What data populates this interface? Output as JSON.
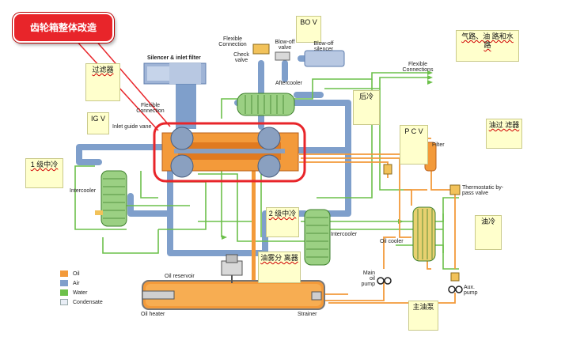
{
  "callout": {
    "title": "齿轮箱整体改造"
  },
  "notes": {
    "bov": "BO V",
    "air_oil_path": "气路、油 路和水路",
    "filter_top": "过滤器",
    "igv": "IG V",
    "after_cooling": "后冷",
    "pcv": "P C V",
    "oil_filter": "油过 滤器",
    "stage1": "1 级中冷",
    "stage2": "2 级中冷",
    "oil_mist": "油雾分 离器",
    "oil_cool": "油冷",
    "main_pump": "主油泵"
  },
  "labels": {
    "silencer_inlet_filter": "Silencer & inlet filter",
    "flexible_connection_top": "Flexible Connection",
    "check_valve": "Check valve",
    "blow_off_valve": "Blow-off valve",
    "blow_off_silencer": "Blow-off silencer",
    "aftercooler": "Aftercooler",
    "flexible_connections_right": "Flexible Connections",
    "flexible_connection_left": "Flexible Connection",
    "inlet_guide_vane": "Inlet guide vane",
    "filter": "Filter",
    "thermostatic_valve": "Thermostatic by-pass valve",
    "intercooler_left": "Intercooler",
    "intercooler_right": "Intercooler",
    "oil_cooler": "Oil cooler",
    "oil_reservoir": "Oil reservoir",
    "main_oil_pump": "Main oil pump",
    "aux_pump": "Aux. pump",
    "oil_heater": "Oil heater",
    "strainer": "Strainer"
  },
  "legend": [
    {
      "label": "Oil",
      "color": "#f39a3a"
    },
    {
      "label": "Air",
      "color": "#7f9fcb"
    },
    {
      "label": "Water",
      "color": "#6cc04a"
    },
    {
      "label": "Condensate",
      "color": "#e9eef6"
    }
  ],
  "colors": {
    "highlight": "#e8252a",
    "note_bg": "#ffffcc"
  }
}
